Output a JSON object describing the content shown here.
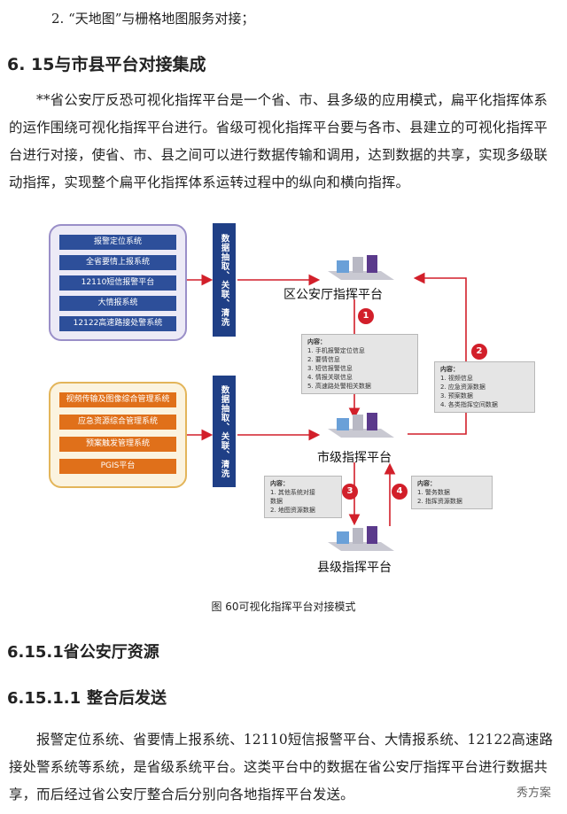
{
  "list_item": "2.  “天地图”与栅格地图服务对接；",
  "section_title": "6. 15与市县平台对接集成",
  "paragraph1": "**省公安厅反恐可视化指挥平台是一个省、市、县多级的应用模式，扁平化指挥体系的运作围绕可视化指挥平台进行。省级可视化指挥平台要与各市、县建立的可视化指挥平台进行对接，使省、市、县之间可以进行数据传输和调用，达到数据的共享，实现多级联动指挥，实现整个扁平化指挥体系运转过程中的纵向和横向指挥。",
  "diagram": {
    "blue_systems": [
      "报警定位系统",
      "全省要情上报系统",
      "12110短信报警平台",
      "大情报系统",
      "12122高速路接处警系统"
    ],
    "orange_systems": [
      "视频传输及图像综合管理系统",
      "应急资源综合管理系统",
      "预案触发管理系统",
      "PGIS平台"
    ],
    "etl_label": "数据抽取、关联、清洗",
    "platforms": [
      "区公安厅指挥平台",
      "市级指挥平台",
      "县级指挥平台"
    ],
    "badges": [
      "1",
      "2",
      "3",
      "4"
    ],
    "info1": {
      "title": "内容：",
      "items": [
        "1.   手机报警定位信息",
        "2.   要情信息",
        "3.   短信报警信息",
        "4.   情报关联信息",
        "5.   高速路处警相关数据"
      ]
    },
    "info2": {
      "title": "内容：",
      "items": [
        "1.   视频信息",
        "2.   应急资源数据",
        "3.   预案数据",
        "4.   各类指挥空间数据"
      ]
    },
    "info3": {
      "title": "内容：",
      "items": [
        "1.   其他系统对接",
        "     数据",
        "2.   地图资源数据"
      ]
    },
    "info4": {
      "title": "内容：",
      "items": [
        "1.   警务数据",
        "2.   指挥资源数据"
      ]
    }
  },
  "caption": "图 60可视化指挥平台对接模式",
  "subsection_title": "6.15.1省公安厅资源",
  "subsub_num": "6.15.1.1",
  "subsub_title": "整合后发送",
  "paragraph2": "报警定位系统、省要情上报系统、12110短信报警平台、大情报系统、12122高速路接处警系统等系统，是省级系统平台。这类平台中的数据在省公安厅指挥平台进行数据共享，而后经过省公安厅整合后分别向各地指挥平台发送。",
  "watermark": "秀方案",
  "colors": {
    "blue_box": "#2d4f9a",
    "orange_box": "#e0701a",
    "etl": "#1f3f86",
    "arrow": "#d21f2a"
  }
}
